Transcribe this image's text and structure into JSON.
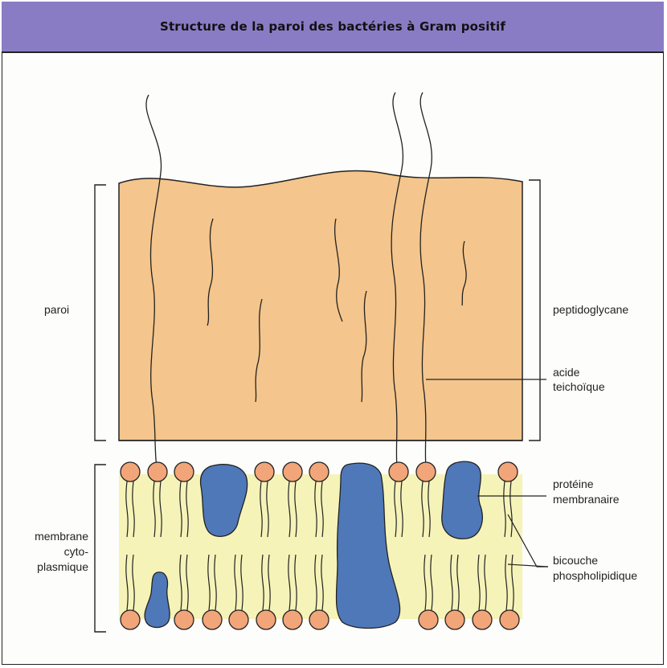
{
  "title": "Structure de la paroi des bactéries à Gram positif",
  "labels": {
    "paroi": "paroi",
    "peptidoglycane": "peptidoglycane",
    "acide_1": "acide",
    "acide_2": "teichoïque",
    "proteine_1": "protéine",
    "proteine_2": "membranaire",
    "membrane_1": "membrane",
    "membrane_2": "cyto-",
    "membrane_3": "plasmique",
    "bicouche_1": "bicouche",
    "bicouche_2": "phospholipidique"
  },
  "colors": {
    "title_bar": "#8a7cc4",
    "peptidoglycan": "#f4c58c",
    "membrane": "#f5f3b8",
    "phospholipid_head": "#f2a579",
    "protein": "#4f78b8"
  }
}
